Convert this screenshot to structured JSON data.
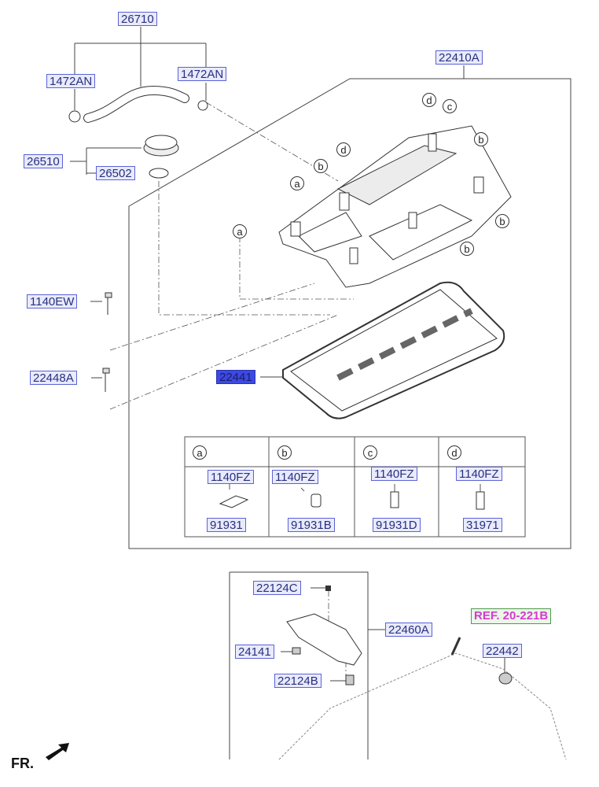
{
  "parts": {
    "p26710": "26710",
    "p1472AN_left": "1472AN",
    "p1472AN_right": "1472AN",
    "p22410A": "22410A",
    "p26510": "26510",
    "p26502": "26502",
    "p1140EW": "1140EW",
    "p22448A": "22448A",
    "p22441": "22441",
    "p22124C": "22124C",
    "p22460A": "22460A",
    "p24141": "24141",
    "p22124B": "22124B",
    "p22442": "22442",
    "ref": "REF. 20-221B"
  },
  "callouts": {
    "a": "a",
    "b": "b",
    "c": "c",
    "d": "d"
  },
  "table": {
    "columns": [
      {
        "key": "a",
        "top": "1140FZ",
        "bottom": "91931"
      },
      {
        "key": "b",
        "top": "1140FZ",
        "bottom": "91931B"
      },
      {
        "key": "c",
        "top": "1140FZ",
        "bottom": "91931D"
      },
      {
        "key": "d",
        "top": "1140FZ",
        "bottom": "31971"
      }
    ]
  },
  "direction_label": "FR."
}
